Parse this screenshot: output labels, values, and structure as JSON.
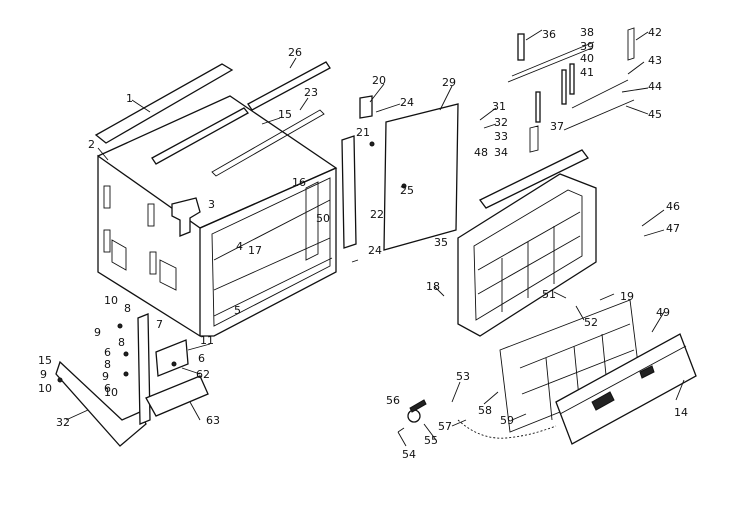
{
  "labels": {
    "l1": "1",
    "l2": "2",
    "l3": "3",
    "l4": "4",
    "l5": "5",
    "l6a": "6",
    "l6b": "6",
    "l6c": "6",
    "l7": "7",
    "l8a": "8",
    "l8b": "8",
    "l8c": "8",
    "l9a": "9",
    "l9b": "9",
    "l9c": "9",
    "l10a": "10",
    "l10b": "10",
    "l10c": "10",
    "l11": "11",
    "l14": "14",
    "l15a": "15",
    "l15b": "15",
    "l16": "16",
    "l17": "17",
    "l18": "18",
    "l19": "19",
    "l20": "20",
    "l21": "21",
    "l22": "22",
    "l23": "23",
    "l24a": "24",
    "l24b": "24",
    "l25": "25",
    "l26": "26",
    "l29": "29",
    "l31": "31",
    "l32a": "32",
    "l32b": "32",
    "l33": "33",
    "l34": "34",
    "l35": "35",
    "l36": "36",
    "l37": "37",
    "l38": "38",
    "l39": "39",
    "l40": "40",
    "l41": "41",
    "l42": "42",
    "l43": "43",
    "l44": "44",
    "l45": "45",
    "l46": "46",
    "l47": "47",
    "l48": "48",
    "l49": "49",
    "l50": "50",
    "l51": "51",
    "l52": "52",
    "l53": "53",
    "l54": "54",
    "l55": "55",
    "l56": "56",
    "l57": "57",
    "l58": "58",
    "l59": "59",
    "l62": "62",
    "l63": "63"
  }
}
